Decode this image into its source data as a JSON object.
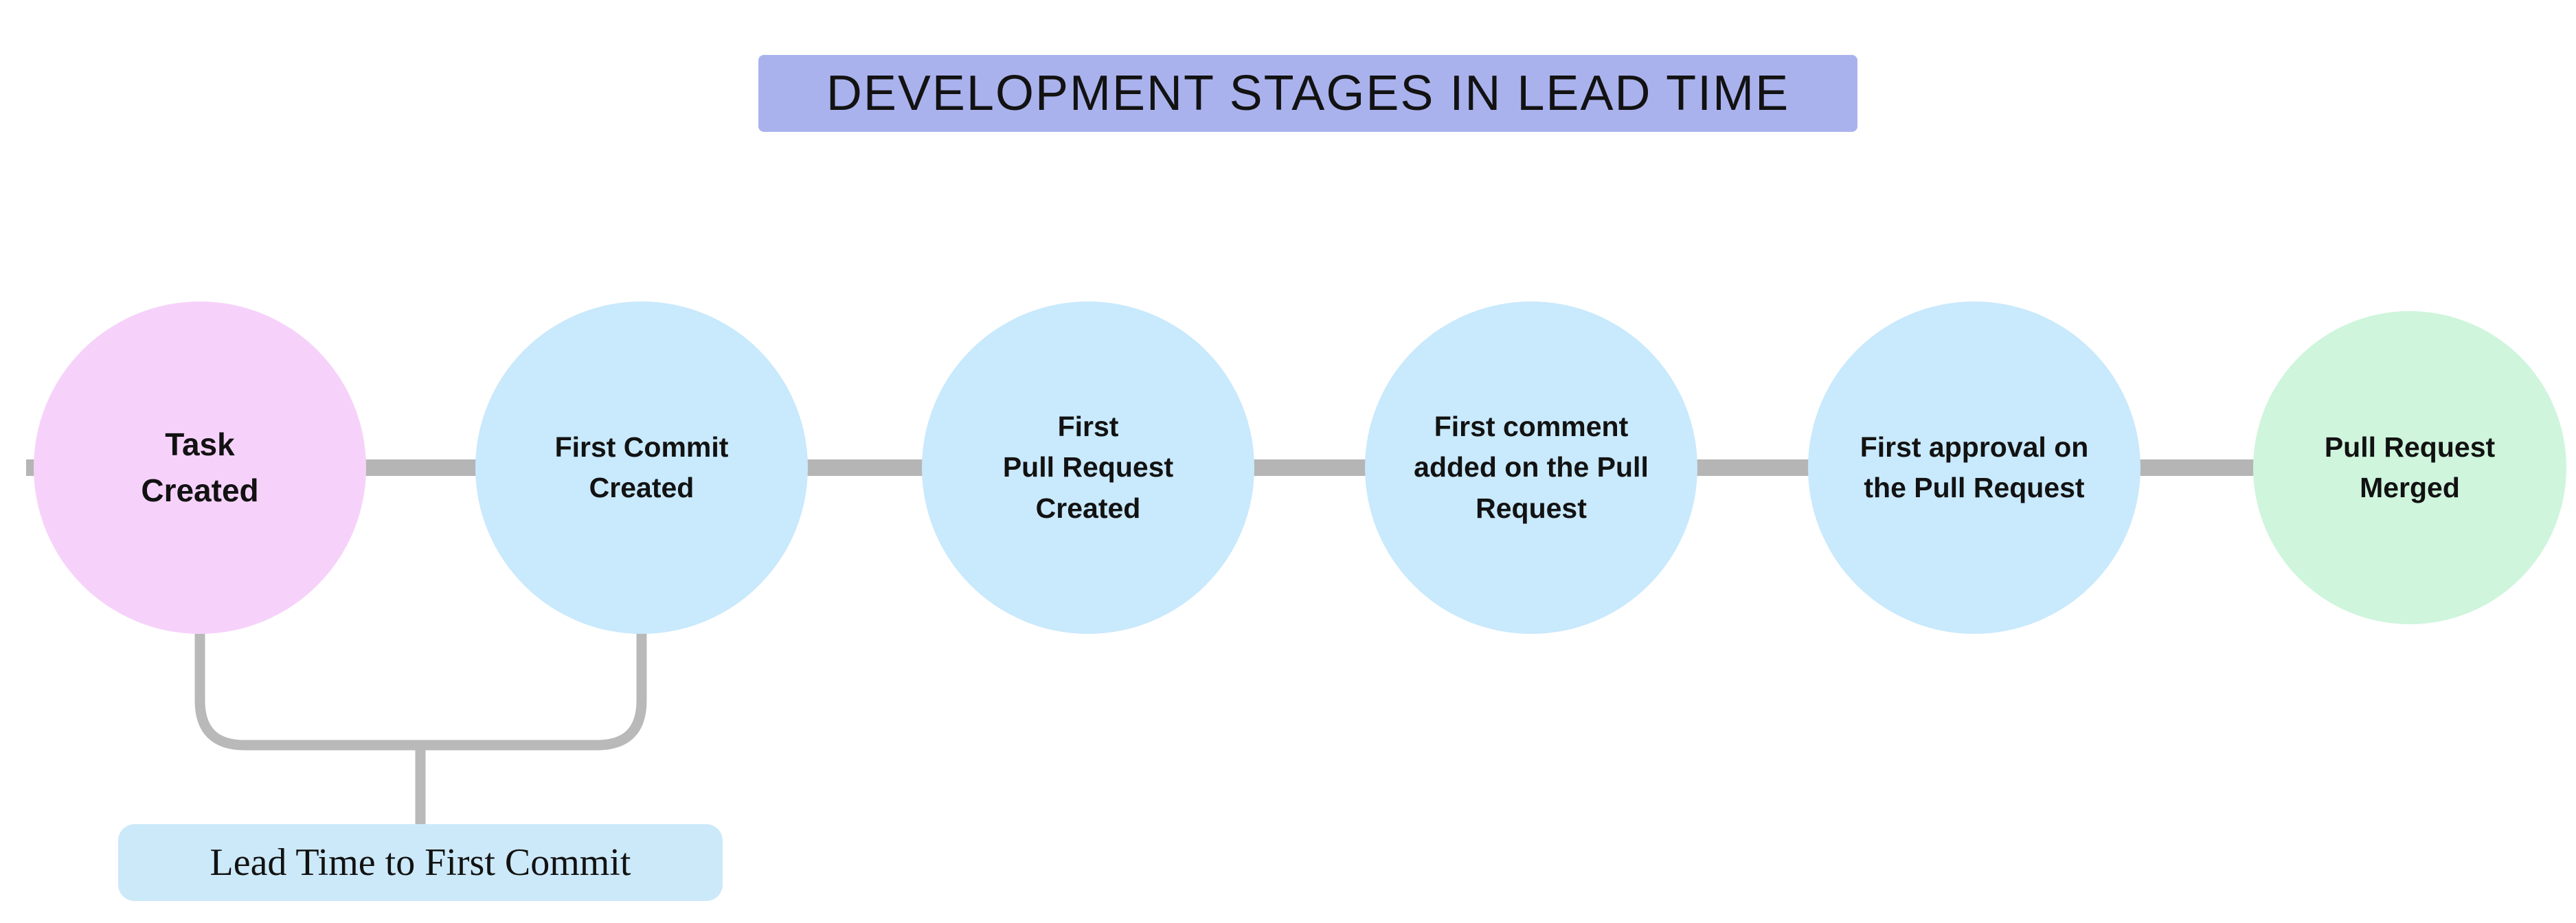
{
  "diagram_type": "flowchart-timeline",
  "title": {
    "text": "DEVELOPMENT STAGES IN LEAD TIME",
    "bg": "#aab2ed",
    "text_color": "#121212"
  },
  "stages": [
    {
      "id": "task-created",
      "label": "Task\nCreated",
      "color": "#f6d2fa",
      "role": "start"
    },
    {
      "id": "first-commit",
      "label": "First Commit\nCreated",
      "color": "#c9e9fc",
      "role": "middle"
    },
    {
      "id": "first-pull-request",
      "label": "First\nPull Request\nCreated",
      "color": "#c9e9fc",
      "role": "middle"
    },
    {
      "id": "first-comment",
      "label": "First comment\nadded on the Pull\nRequest",
      "color": "#c9e9fc",
      "role": "middle"
    },
    {
      "id": "first-approval",
      "label": "First approval on\nthe Pull Request",
      "color": "#c9e9fc",
      "role": "middle"
    },
    {
      "id": "pull-request-merged",
      "label": "Pull Request\nMerged",
      "color": "#cff5dd",
      "role": "end"
    }
  ],
  "annotation": {
    "label": "Lead Time to First Commit",
    "bg": "#cce9f9",
    "text_color": "#121212",
    "spans_stages": [
      "task-created",
      "first-commit"
    ]
  },
  "colors": {
    "connector": "#b5b5b5",
    "bracket": "#b9b9b9",
    "background": "#ffffff"
  }
}
